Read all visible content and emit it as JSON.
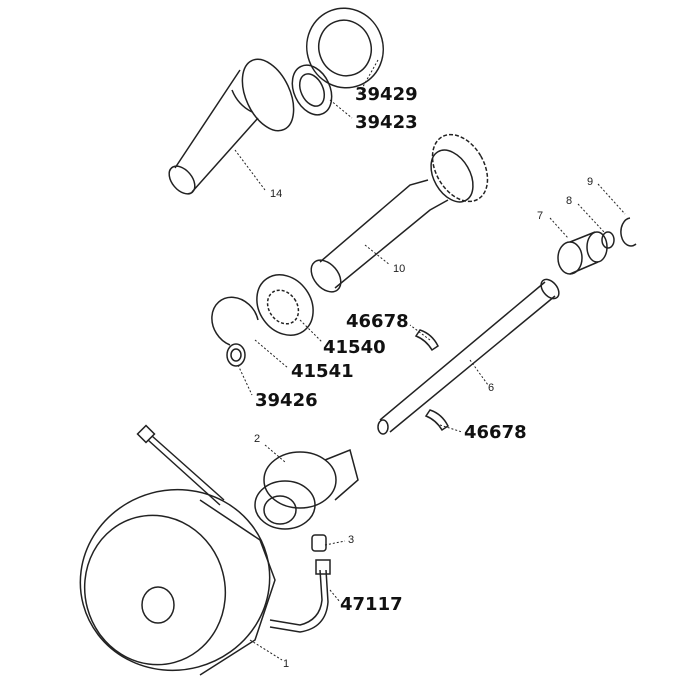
{
  "part_numbers": {
    "gasket": "39429",
    "seal_top": "39423",
    "bearing": "41540",
    "circlip": "41541",
    "seal_small": "39426",
    "needle_upper": "46678",
    "needle_lower": "46678",
    "pipe": "47117"
  },
  "refs": {
    "tube": "14",
    "shaft_gear": "10",
    "shaft": "6",
    "bearing_cage": "7",
    "ring8": "8",
    "ring9": "9",
    "release_bearing": "2",
    "fitting": "3",
    "clutch": "1"
  }
}
